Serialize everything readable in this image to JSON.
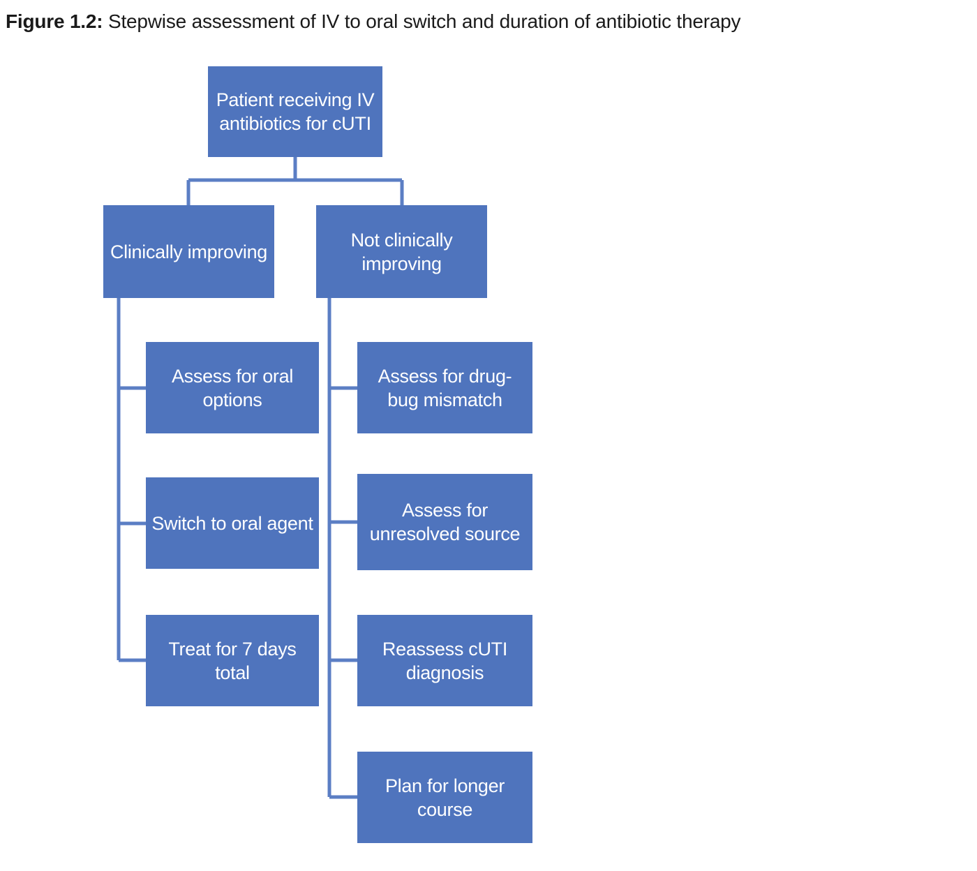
{
  "figure": {
    "label": "Figure 1.2",
    "separator": ": ",
    "title": "Stepwise assessment of IV to oral switch and duration of antibiotic therapy",
    "full_caption": "Figure 1.2: Stepwise assessment of IV to oral switch and duration of antibiotic therapy"
  },
  "colors": {
    "node_fill": "#4f74bd",
    "node_text": "#ffffff",
    "connector": "#5b7ec4",
    "caption_text": "#1a1a1a",
    "background": "#ffffff"
  },
  "chart_data": {
    "type": "diagram",
    "diagram_type": "flowchart-tree",
    "title": "Stepwise assessment of IV to oral switch and duration of antibiotic therapy",
    "orientation": "top-down with two branches, each branch having a vertical spine of sequential steps",
    "nodes": [
      {
        "id": "root",
        "label": "Patient receiving IV antibiotics for cUTI",
        "level": 0,
        "branch": "root"
      },
      {
        "id": "improving",
        "label": "Clinically improving",
        "level": 1,
        "branch": "left"
      },
      {
        "id": "not-improving",
        "label": "Not clinically improving",
        "level": 1,
        "branch": "right"
      },
      {
        "id": "oral-options",
        "label": "Assess for oral options",
        "level": 2,
        "branch": "left",
        "step": 1
      },
      {
        "id": "switch-oral",
        "label": "Switch to oral agent",
        "level": 2,
        "branch": "left",
        "step": 2
      },
      {
        "id": "treat-7days",
        "label": "Treat for 7 days total",
        "level": 2,
        "branch": "left",
        "step": 3
      },
      {
        "id": "drug-bug",
        "label": "Assess for drug-bug mismatch",
        "level": 2,
        "branch": "right",
        "step": 1
      },
      {
        "id": "unresolved",
        "label": "Assess for unresolved source",
        "level": 2,
        "branch": "right",
        "step": 2
      },
      {
        "id": "reassess",
        "label": "Reassess cUTI diagnosis",
        "level": 2,
        "branch": "right",
        "step": 3
      },
      {
        "id": "longer",
        "label": "Plan for longer course",
        "level": 2,
        "branch": "right",
        "step": 4
      }
    ],
    "edges": [
      {
        "from": "root",
        "to": "improving"
      },
      {
        "from": "root",
        "to": "not-improving"
      },
      {
        "from": "improving",
        "to": "oral-options"
      },
      {
        "from": "improving",
        "to": "switch-oral"
      },
      {
        "from": "improving",
        "to": "treat-7days"
      },
      {
        "from": "not-improving",
        "to": "drug-bug"
      },
      {
        "from": "not-improving",
        "to": "unresolved"
      },
      {
        "from": "not-improving",
        "to": "reassess"
      },
      {
        "from": "not-improving",
        "to": "longer"
      }
    ]
  },
  "nodes": {
    "root": {
      "line1": "Patient receiving",
      "line2": "IV antibiotics for",
      "line3": "cUTI",
      "text": "Patient receiving IV antibiotics for cUTI"
    },
    "improving": {
      "line1": "Clinically",
      "line2": "improving",
      "text": "Clinically improving"
    },
    "not_improving": {
      "line1": "Not clinically",
      "line2": "improving",
      "text": "Not clinically improving"
    },
    "oral_options": {
      "line1": "Assess for oral",
      "line2": "options",
      "text": "Assess for oral options"
    },
    "switch_oral": {
      "line1": "Switch to oral",
      "line2": "agent",
      "text": "Switch to oral agent"
    },
    "treat_7days": {
      "line1": "Treat for 7 days",
      "line2": "total",
      "text": "Treat for 7 days total"
    },
    "drug_bug": {
      "line1": "Assess for drug-",
      "line2": "bug mismatch",
      "text": "Assess for drug-bug mismatch"
    },
    "unresolved": {
      "line1": "Assess for",
      "line2": "unresolved",
      "line3": "source",
      "text": "Assess for unresolved source"
    },
    "reassess": {
      "line1": "Reassess cUTI",
      "line2": "diagnosis",
      "text": "Reassess cUTI diagnosis"
    },
    "longer": {
      "line1": "Plan for longer",
      "line2": "course",
      "text": "Plan for longer course"
    }
  }
}
